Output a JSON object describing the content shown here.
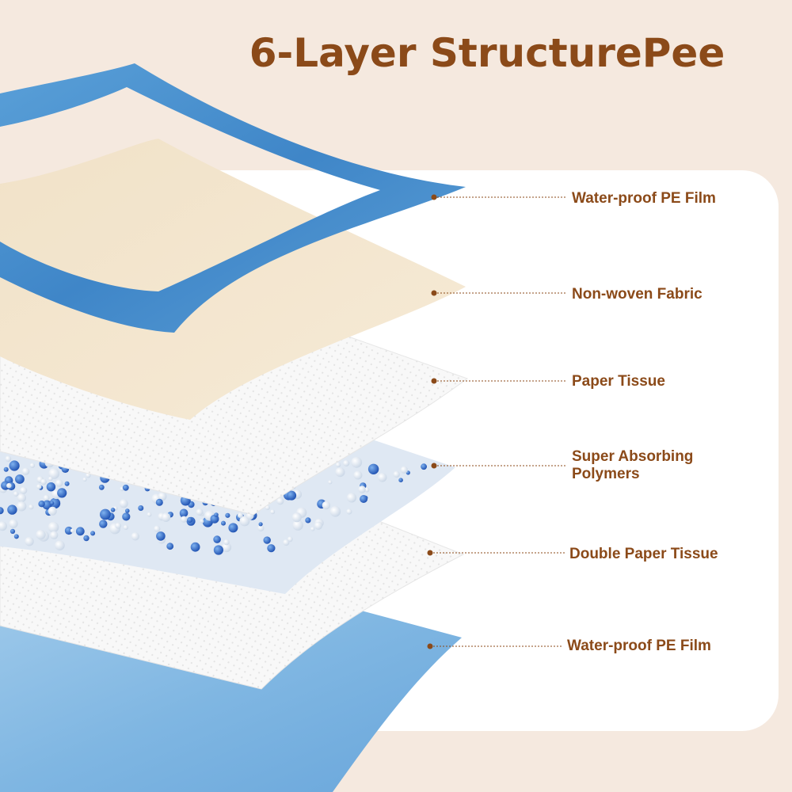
{
  "title": "6-Layer StructurePee",
  "layers": [
    {
      "label": "Water-proof PE Film"
    },
    {
      "label": "Non-woven Fabric"
    },
    {
      "label": "Paper Tissue"
    },
    {
      "label": "Super Absorbing Polymers"
    },
    {
      "label": "Double Paper Tissue"
    },
    {
      "label": "Water-proof PE Film"
    }
  ],
  "colors": {
    "background": "#f5e9df",
    "panel": "#ffffff",
    "accent_brown": "#8b4a19",
    "pe_film_blue": "#4f93cf",
    "fabric_cream": "#f3e6cf",
    "tissue_white": "#f7f7f7",
    "polymer_blue": "#2a67c9"
  }
}
